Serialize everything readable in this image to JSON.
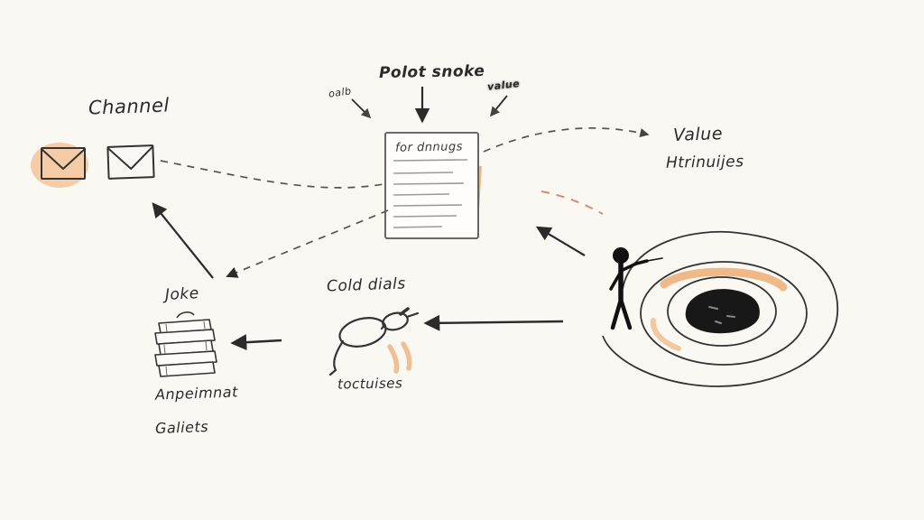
{
  "title": "Hand-drawn whiteboard sketch diagram",
  "colors": {
    "background": "#faf8f2",
    "ink": "#2b2b2b",
    "orange_highlight": "#eda86b",
    "red_dash": "#d9745a"
  },
  "labels": {
    "channel": "Channel",
    "top_title": "Polot snoke",
    "top_left_note": "oalb",
    "top_right_note": "value",
    "document_title": "for dnnugs",
    "value_heading": "Value",
    "value_subheading": "Htrinuijes",
    "joke": "Joke",
    "cold_dials": "Cold dials",
    "glasses_caption": "toctuises",
    "books_caption_line1": "Anpeimnat",
    "books_caption_line2": "Galiets"
  },
  "icons": [
    {
      "name": "envelope-icon",
      "count": 2
    },
    {
      "name": "document-sketch"
    },
    {
      "name": "black-hole-spiral-sketch"
    },
    {
      "name": "stick-figure"
    },
    {
      "name": "glasses-sketch"
    },
    {
      "name": "book-stack-sketch"
    }
  ]
}
